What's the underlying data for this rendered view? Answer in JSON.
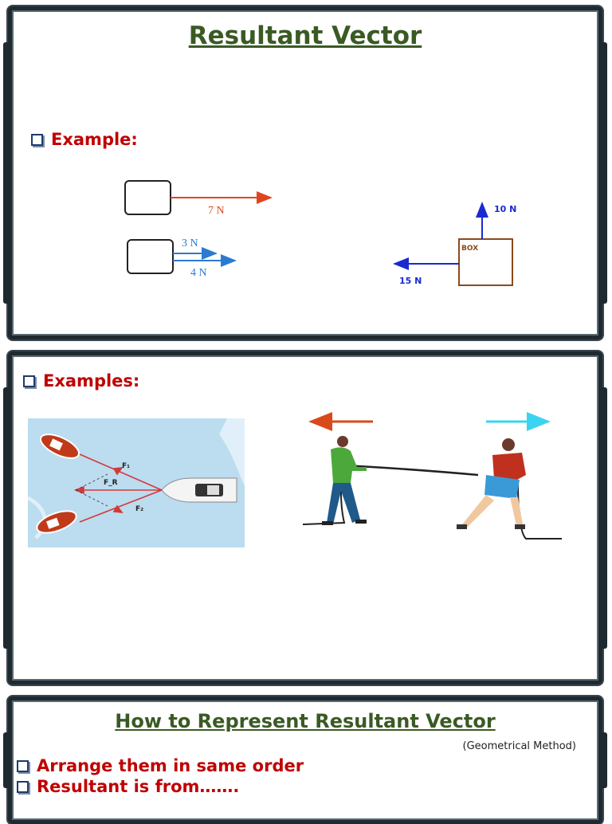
{
  "slide1": {
    "title": "Resultant Vector",
    "bullet": "Example:",
    "diagram_a": {
      "force": "7 N"
    },
    "diagram_b": {
      "force_top": "3 N",
      "force_bottom": "4 N"
    },
    "diagram_c": {
      "box_label": "BOX",
      "up_force": "10 N",
      "left_force": "15 N"
    }
  },
  "slide2": {
    "bullet": "Examples:",
    "boats_image": {
      "labels": [
        "F₁",
        "F_R",
        "F₂"
      ]
    },
    "tug_image": {
      "left_arrow_color": "#d94a1a",
      "right_arrow_color": "#3ad4f0"
    }
  },
  "slide3": {
    "title": "How to Represent Resultant Vector",
    "subtitle": "(Geometrical Method)",
    "bullets": [
      "Arrange them in same order",
      "Resultant is from……."
    ]
  },
  "colors": {
    "title_green": "#3a5a24",
    "bullet_red": "#c00000",
    "arrow_red": "#e0461e",
    "arrow_blue": "#2a7bd0",
    "box_brown": "#8b4a1a",
    "arrow_navy": "#1a2ad0"
  }
}
